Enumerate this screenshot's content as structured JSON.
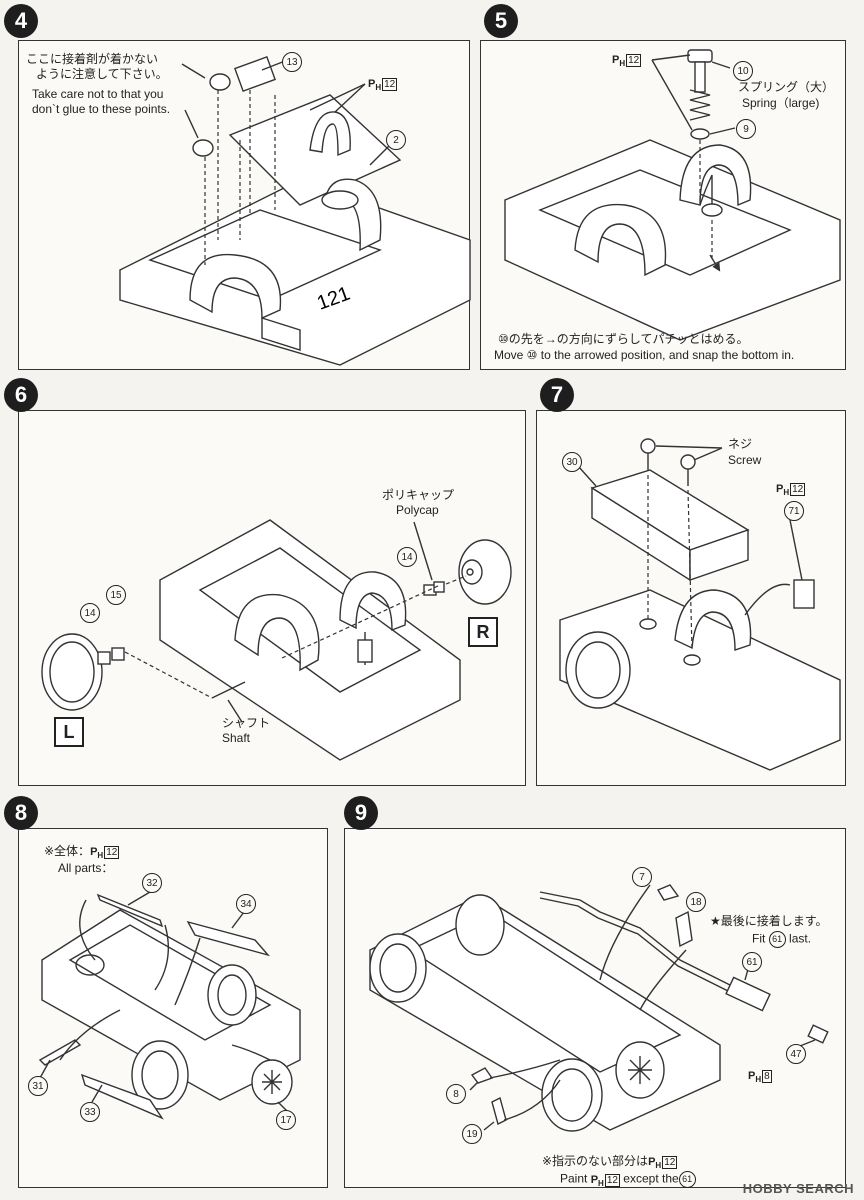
{
  "steps": [
    {
      "num": "4"
    },
    {
      "num": "5"
    },
    {
      "num": "6"
    },
    {
      "num": "7"
    },
    {
      "num": "8"
    },
    {
      "num": "9"
    }
  ],
  "paint_prefix": "P",
  "paint_sub": "H",
  "step4": {
    "note_jp_1": "ここに接着剤が着かない",
    "note_jp_2": "ように注意して下さい。",
    "note_en_1": "Take care not to that you",
    "note_en_2": "don`t glue to these points.",
    "paint_code": "12",
    "parts": [
      "13",
      "2"
    ]
  },
  "step5": {
    "paint_code": "12",
    "spring_jp": "スプリング（大）",
    "spring_en": "Spring（large)",
    "parts": [
      "10",
      "9"
    ],
    "instr_jp": "⑩の先を→の方向にずらしてパチッとはめる。",
    "instr_en": "Move ⑩ to the arrowed position, and snap the bottom in."
  },
  "step6": {
    "polycap_jp": "ポリキャップ",
    "polycap_en": "Polycap",
    "shaft_jp": "シャフト",
    "shaft_en": "Shaft",
    "parts": [
      "14",
      "15",
      "14"
    ],
    "left": "L",
    "right": "R"
  },
  "step7": {
    "screw_jp": "ネジ",
    "screw_en": "Screw",
    "paint_code": "12",
    "parts": [
      "30",
      "71"
    ]
  },
  "step8": {
    "all_jp": "※全体：",
    "all_en": "All parts：",
    "paint_code": "12",
    "parts": [
      "32",
      "34",
      "31",
      "33",
      "17"
    ]
  },
  "step9": {
    "fit_jp": "★最後に接着します。",
    "fit_en_1": "Fit",
    "fit_en_2": "last.",
    "fit_part": "61",
    "parts": [
      "7",
      "18",
      "61",
      "47",
      "8",
      "19"
    ],
    "paint_47": "8",
    "note_jp": "※指示のない部分は",
    "note_en_1": "Paint",
    "note_en_2": "except the",
    "note_part": "61",
    "paint_code": "12"
  },
  "watermark": "HOBBY SEARCH"
}
